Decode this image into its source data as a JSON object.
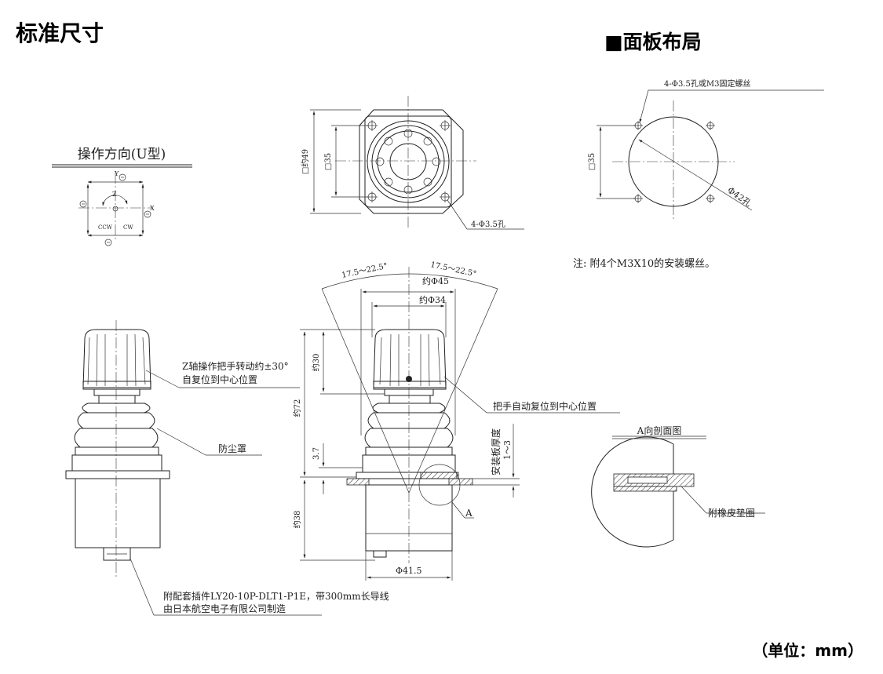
{
  "titles": {
    "main": "标准尺寸",
    "panel": "■面板布局",
    "unit": "（单位：mm）"
  },
  "direction_view": {
    "title": "操作方向(U型)",
    "y": "Y",
    "x": "X",
    "z": "Z",
    "ccw": "CCW",
    "cw": "CW"
  },
  "top_view": {
    "dim_outer": "□约49",
    "dim_inner": "□35",
    "holes": "4-Φ3.5孔"
  },
  "panel_layout": {
    "holes_note": "4-Φ3.5孔或M3固定螺丝",
    "dim_square": "□35",
    "dim_circle": "Φ42孔",
    "note": "注: 附4个M3X10的安装螺丝。"
  },
  "side_view_left": {
    "z_note_1": "Z轴操作把手转动约±30°",
    "z_note_2": "自复位到中心位置",
    "boot": "防尘罩",
    "connector_1": "附配套插件LY20-10P-DLT1-P1E，带300mm长导线",
    "connector_2": "由日本航空电子有限公司制造"
  },
  "side_view_center": {
    "angle_left": "17.5～22.5°",
    "angle_right": "17.5～22.5°",
    "dia_45": "约Φ45",
    "dia_34": "约Φ34",
    "h_30": "约30",
    "h_72": "约72",
    "h_37": "3.7",
    "h_38": "约38",
    "dia_415": "Φ41.5",
    "auto_return": "把手自动复位到中心位置",
    "panel_thickness": "安装板厚度",
    "panel_thickness_range": "1～3",
    "section_mark": "A"
  },
  "section_view": {
    "title": "A向剖面图",
    "gasket": "附橡皮垫圈"
  }
}
